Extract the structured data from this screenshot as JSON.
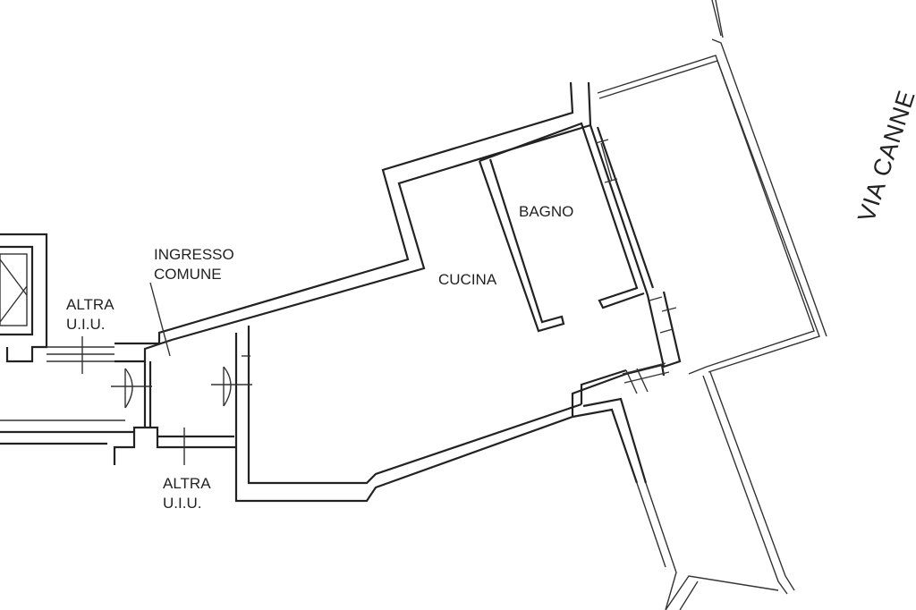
{
  "labels": {
    "altra_left": [
      "ALTRA",
      "U.I.U."
    ],
    "ingresso": [
      "INGRESSO",
      "COMUNE"
    ],
    "cucina": "CUCINA",
    "bagno": "BAGNO",
    "altra_bottom": [
      "ALTRA",
      "U.I.U."
    ],
    "street": "VIA CANNE"
  }
}
